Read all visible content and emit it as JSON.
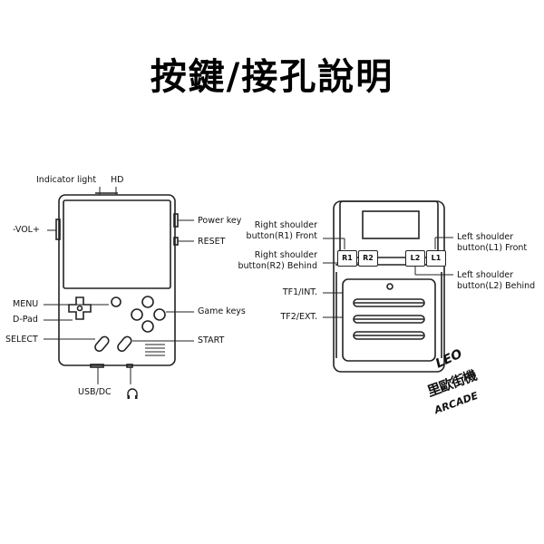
{
  "title": "按鍵/接孔說明",
  "front_labels": {
    "indicator": "Indicator light",
    "hd": "HD",
    "vol": "-VOL+",
    "power": "Power key",
    "reset": "RESET",
    "menu": "MENU",
    "dpad": "D-Pad",
    "select": "SELECT",
    "game_keys": "Game keys",
    "start": "START",
    "usb": "USB/DC",
    "headphone_icon": "headphone-icon"
  },
  "back_labels": {
    "r1_line1": "Right shoulder",
    "r1_line2": "button(R1) Front",
    "r2_line1": "Right shoulder",
    "r2_line2": "button(R2) Behind",
    "l1_line1": "Left shoulder",
    "l1_line2": "button(L1) Front",
    "l2_line1": "Left shoulder",
    "l2_line2": "button(L2) Behind",
    "tf1": "TF1/INT.",
    "tf2": "TF2/EXT."
  },
  "keys": {
    "r1": "R1",
    "r2": "R2",
    "l2": "L2",
    "l1": "L1"
  },
  "watermark": {
    "line1": "LEO",
    "line2": "里歐街機",
    "line3": "ARCADE"
  }
}
